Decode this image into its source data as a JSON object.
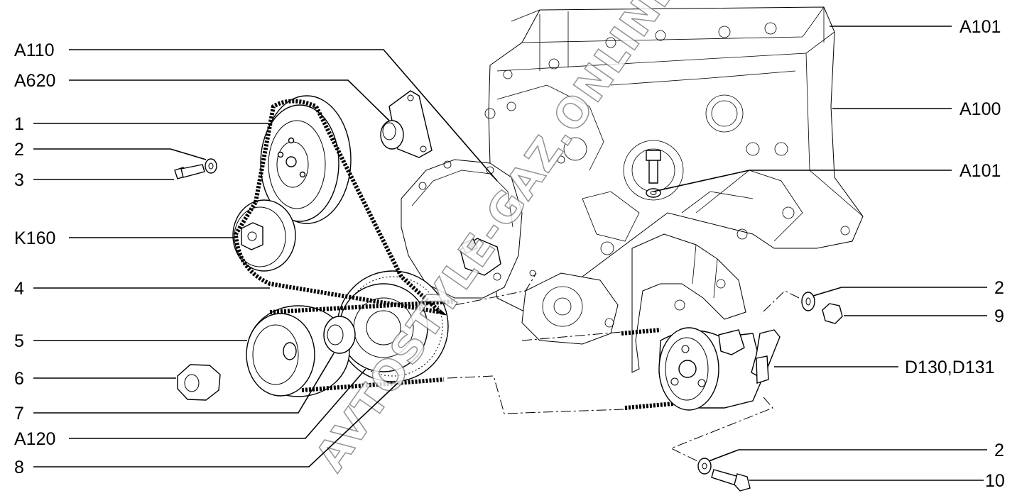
{
  "callouts_left": [
    {
      "id": "a110",
      "text": "A110"
    },
    {
      "id": "a620",
      "text": "A620"
    },
    {
      "id": "1",
      "text": "1"
    },
    {
      "id": "2",
      "text": "2"
    },
    {
      "id": "3",
      "text": "3"
    },
    {
      "id": "k160",
      "text": "K160"
    },
    {
      "id": "4",
      "text": "4"
    },
    {
      "id": "5",
      "text": "5"
    },
    {
      "id": "6",
      "text": "6"
    },
    {
      "id": "7",
      "text": "7"
    },
    {
      "id": "a120",
      "text": "A120"
    },
    {
      "id": "8",
      "text": "8"
    }
  ],
  "callouts_right": [
    {
      "id": "a101-top",
      "text": "A101"
    },
    {
      "id": "a100",
      "text": "A100"
    },
    {
      "id": "a101-mid",
      "text": "A101"
    },
    {
      "id": "2-upper",
      "text": "2"
    },
    {
      "id": "9",
      "text": "9"
    },
    {
      "id": "d130-d131",
      "text": "D130,D131"
    },
    {
      "id": "2-lower",
      "text": "2"
    },
    {
      "id": "10",
      "text": "10"
    }
  ],
  "watermark": "AVTOSTYLE-GAZ.ONLINE"
}
